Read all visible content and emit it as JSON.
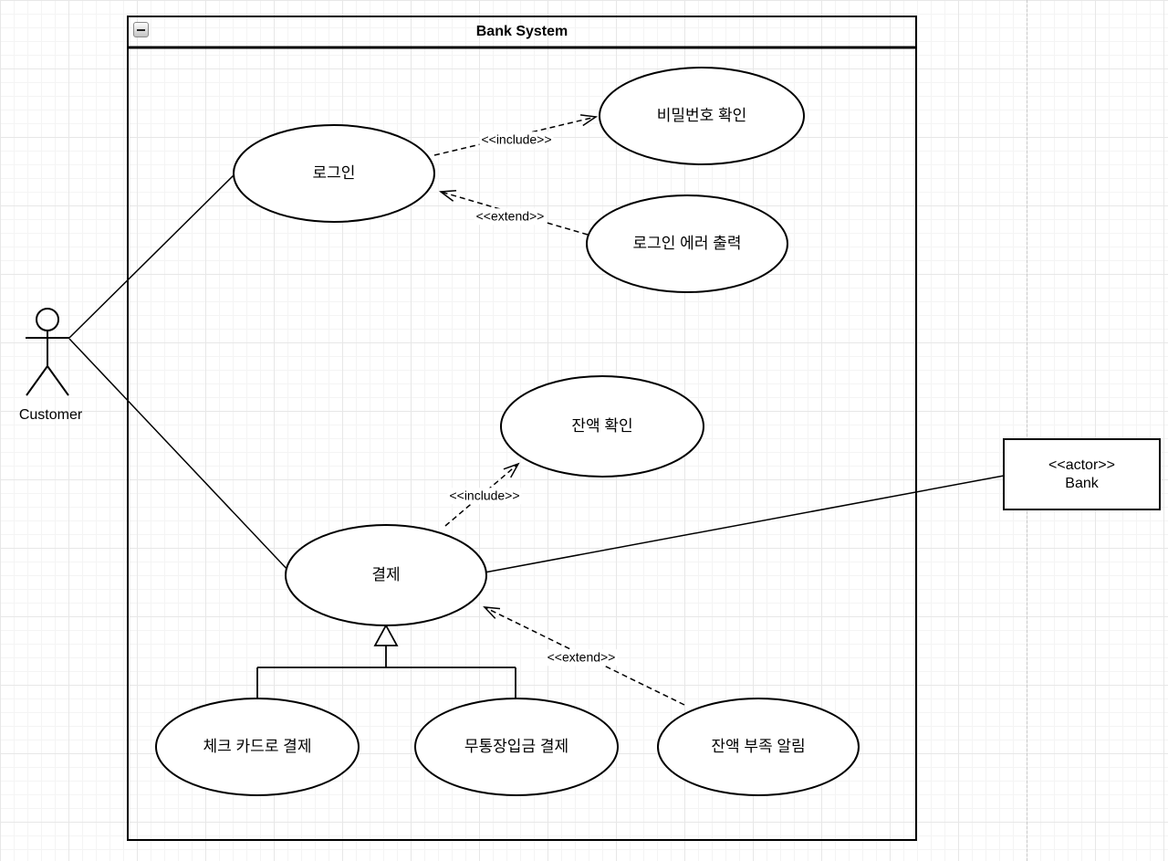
{
  "system_boundary": {
    "title": "Bank System",
    "collapse_icon": "minus"
  },
  "actors": {
    "customer": {
      "label": "Customer"
    },
    "bank": {
      "stereotype": "<<actor>>",
      "name": "Bank"
    }
  },
  "use_cases": {
    "login": "로그인",
    "password_check": "비밀번호 확인",
    "login_error": "로그인 에러 출력",
    "balance_check": "잔액 확인",
    "payment": "결제",
    "check_card_payment": "체크 카드로 결제",
    "bank_transfer_payment": "무통장입금 결제",
    "low_balance_alert": "잔액 부족 알림"
  },
  "relationships": {
    "login_includes_password_check": "<<include>>",
    "login_error_extends_login": "<<extend>>",
    "payment_includes_balance_check": "<<include>>",
    "low_balance_alert_extends_payment": "<<extend>>"
  },
  "colors": {
    "shape_stroke": "#000000",
    "shape_fill": "#ffffff",
    "grid_minor": "#f4f4f4",
    "grid_major": "#e7e7e7",
    "page_break": "#c9c9c9"
  }
}
